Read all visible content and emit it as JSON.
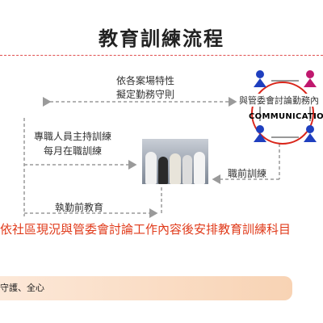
{
  "title": "教育訓練流程",
  "labels": {
    "case_line1": "依各案場特性",
    "case_line2": "擬定勤務守則",
    "committee": "與管委會討論勤務內",
    "communication": "COMMUNICATION",
    "staff_line1": "專職人員主持訓練",
    "staff_line2": "每月在職訓練",
    "preservice_training": "職前訓練",
    "preduty_education": "執勤前教育",
    "red_statement": "依社區現況與管委會討論工作內容後安排教育訓練科目",
    "bottom_band": "守護、全心"
  },
  "colors": {
    "accent_red": "#e03a1a",
    "arrow_gray": "#9a9a9a",
    "figure_blue": "#1f3fbf",
    "figure_pink": "#c0186e",
    "band_peach": "#f8d3b4"
  }
}
